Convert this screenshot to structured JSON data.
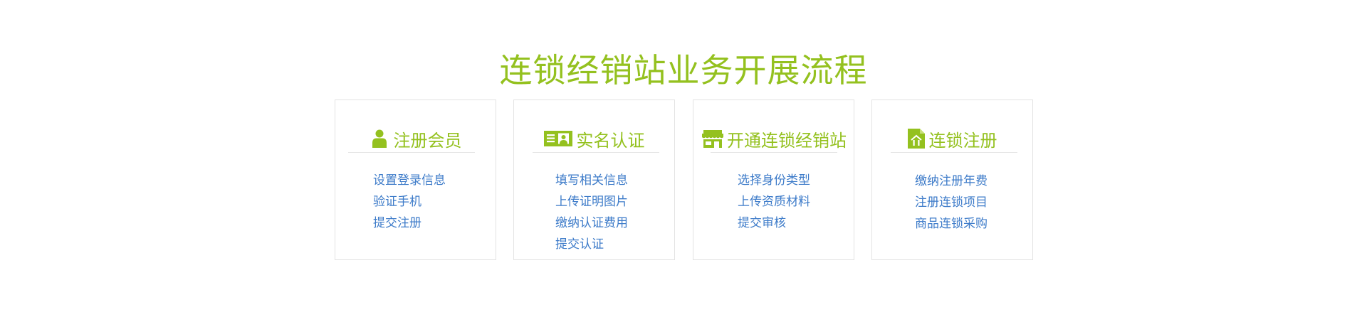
{
  "title": "连锁经销站业务开展流程",
  "colors": {
    "accent": "#94c11f",
    "link": "#3d7bc9",
    "border": "#e3e3e3"
  },
  "steps": [
    {
      "icon": "user-icon",
      "title": "注册会员",
      "items": [
        "设置登录信息",
        "验证手机",
        "提交注册"
      ]
    },
    {
      "icon": "id-card-icon",
      "title": "实名认证",
      "items": [
        "填写相关信息",
        "上传证明图片",
        "缴纳认证费用",
        "提交认证"
      ]
    },
    {
      "icon": "storefront-icon",
      "title": "开通连锁经销站",
      "items": [
        "选择身份类型",
        "上传资质材料",
        "提交审核"
      ]
    },
    {
      "icon": "document-home-icon",
      "title": "连锁注册",
      "items": [
        "缴纳注册年费",
        "注册连锁项目",
        "商品连锁采购"
      ]
    }
  ]
}
